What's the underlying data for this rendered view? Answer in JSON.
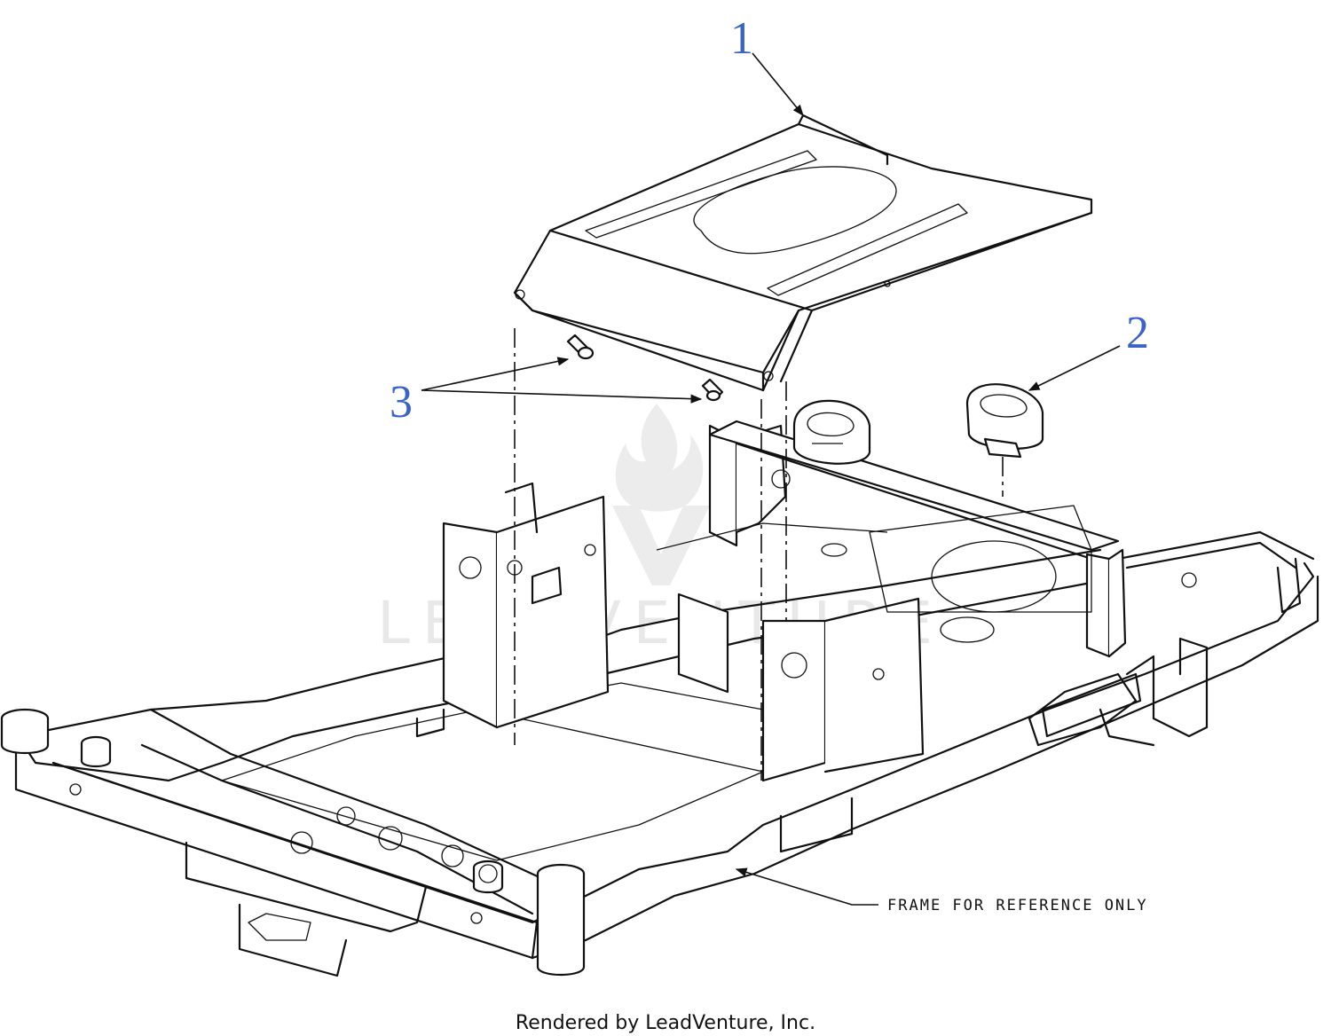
{
  "callouts": [
    {
      "number": "1",
      "part": "seat-pan"
    },
    {
      "number": "2",
      "part": "bumper"
    },
    {
      "number": "3",
      "part": "bolt"
    }
  ],
  "reference_note": "FRAME FOR REFERENCE ONLY",
  "footer": "Rendered by LeadVenture, Inc.",
  "watermark": "LEADVENTURE",
  "colors": {
    "callout": "#3a63c9",
    "line": "#111111",
    "watermark": "#e8e8e8"
  }
}
